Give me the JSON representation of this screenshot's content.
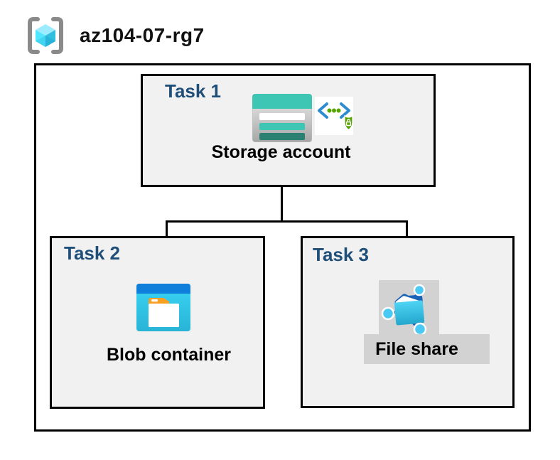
{
  "resource_group": {
    "name": "az104-07-rg7",
    "icon": "resource-group-icon"
  },
  "tasks": {
    "task1": {
      "title": "Task 1",
      "item": "Storage account",
      "icons": [
        "storage-account-icon",
        "secure-api-icon"
      ]
    },
    "task2": {
      "title": "Task 2",
      "item": "Blob container",
      "icons": [
        "blob-container-icon"
      ]
    },
    "task3": {
      "title": "Task 3",
      "item": "File share",
      "icons": [
        "file-share-icon"
      ]
    }
  },
  "connections": [
    {
      "from": "Storage account",
      "to": "Blob container"
    },
    {
      "from": "Storage account",
      "to": "File share"
    }
  ],
  "colors": {
    "background": "#ffffff",
    "box_fill": "#f1f1f1",
    "box_border": "#000000",
    "task_title_blue": "#1f4e79",
    "highlight_gray": "#d2d2d2",
    "storage_teal": "#3ec6b4",
    "storage_teal_dark": "#2a8171",
    "blob_top_blue": "#0f7fdb",
    "blob_cyan": "#35d1f2",
    "folder_tab_orange": "#f7a024",
    "shield_green": "#57a300",
    "api_bracket_blue": "#2e8bd0",
    "bracket_gray": "#8a8a8a",
    "cube_top": "#9cebff",
    "cube_left": "#50e6ff",
    "cube_right": "#32bedd",
    "fileshare_flap_blue": "#1c63b7",
    "fileshare_node_cyan": "#49c9f3",
    "connector": "#000000"
  }
}
